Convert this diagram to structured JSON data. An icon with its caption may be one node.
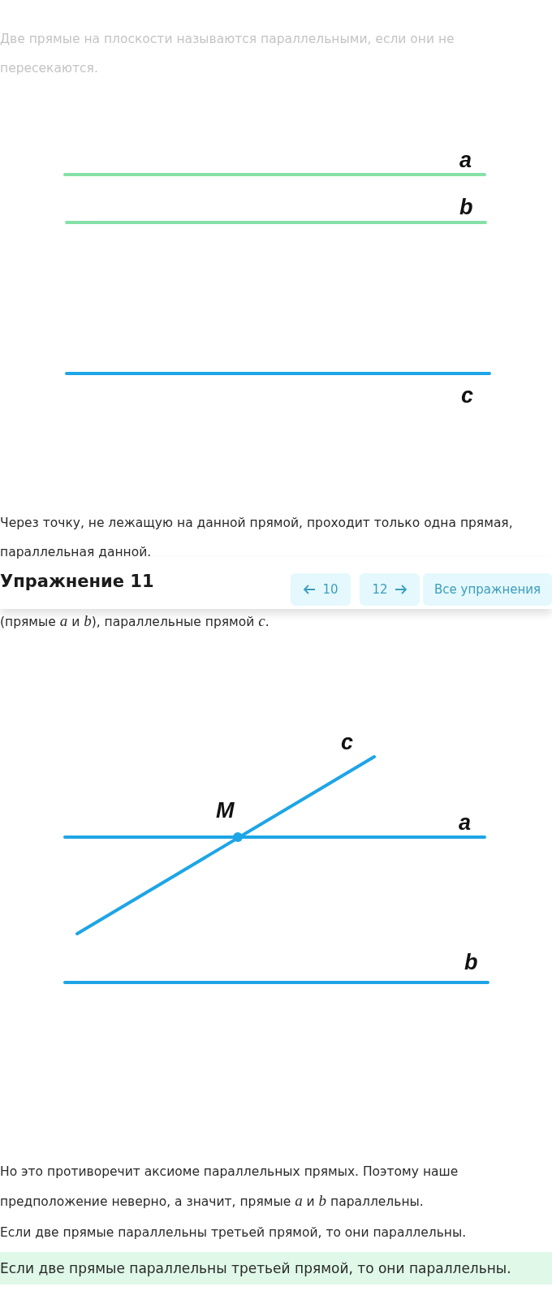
{
  "diagram": {
    "labels": [
      "Две прямые на плоскости называются параллельными, если они не пересекаются.",
      "a",
      "b",
      "c",
      "Через точку, не лежащую на данной прямой, проходит только одна прямая, параллельная данной.",
      "Упражнение 11",
      "10",
      "12",
      "Все упражнения",
      "(прямые *a* и *b*), параллельные прямой *c*.",
      "c",
      "M",
      "a",
      "b",
      "Но это противоречит аксиоме параллельных прямых. Поэтому наше предположение неверно, а значит, прямые *a* и *b* параллельны.",
      "Если две прямые параллельны третьей прямой, то они параллельны.",
      "Если две прямые параллельны третьей прямой, то они параллельны."
    ]
  }
}
